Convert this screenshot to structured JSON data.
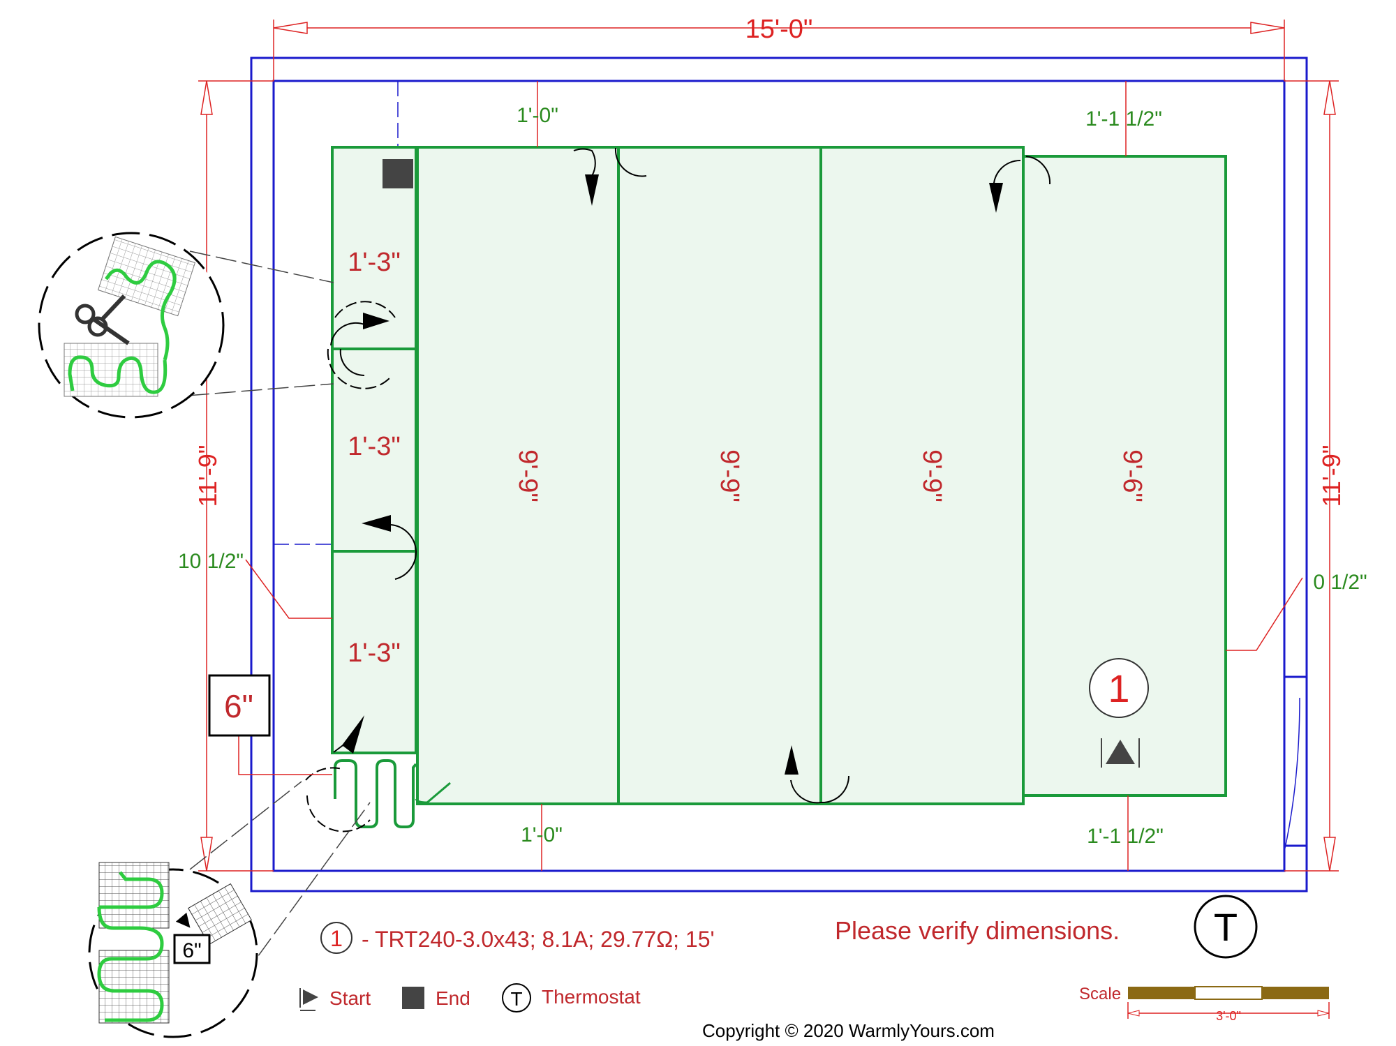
{
  "dimensions": {
    "overall_width": "15'-0\"",
    "left_height": "11'-9\"",
    "right_height": "11'-9\"",
    "top_left_offset": "1'-0\"",
    "top_right_offset": "1'-1 1/2\"",
    "bottom_left_offset": "1'-0\"",
    "bottom_right_offset": "1'-1 1/2\"",
    "left_gap": "10 1/2\"",
    "right_gap": "0 1/2\"",
    "door_offset": "6\""
  },
  "runs": {
    "short_segments": [
      "1'-3\"",
      "1'-3\"",
      "1'-3\""
    ],
    "long_runs": [
      "9'-9\"",
      "9'-9\"",
      "9'-9\"",
      "9'-6\""
    ]
  },
  "zone": {
    "number": "1"
  },
  "legend": {
    "mat_marker": "1",
    "mat_spec": "- TRT240-3.0x43; 8.1A; 29.77Ω; 15'",
    "start_label": "Start",
    "end_label": "End",
    "thermostat_symbol": "T",
    "thermostat_label": "Thermostat"
  },
  "notes": {
    "verify": "Please verify dimensions.",
    "copyright": "Copyright © 2020 WarmlyYours.com"
  },
  "thermostat": {
    "symbol": "T"
  },
  "scale": {
    "label": "Scale",
    "length": "3'-0\""
  },
  "detail": {
    "cut_offset": "6\""
  },
  "icons": [
    "scissors-icon",
    "start-triangle-icon",
    "end-square-icon",
    "thermostat-icon",
    "direction-arrow-icon"
  ],
  "colors": {
    "wall": "#1a1acc",
    "dimension": "#dd2222",
    "mat_outline": "#1a9a3a",
    "mat_fill": "#ecf7ee",
    "label_green": "#2a8a1e",
    "label_red": "#c0282c",
    "scale_brown": "#8b6914"
  }
}
